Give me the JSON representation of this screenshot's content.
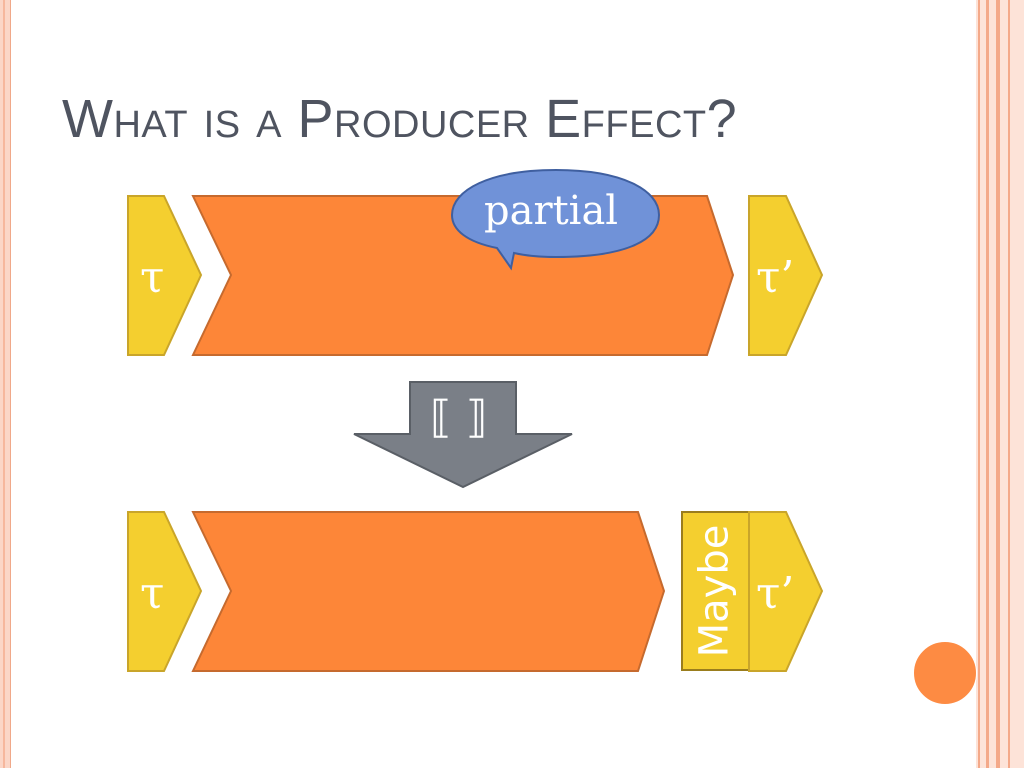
{
  "title": {
    "first_letter_w": "W",
    "rest_what": "hat",
    "is": "is",
    "a": "a",
    "first_letter_p": "P",
    "rest_producer": "roducer",
    "first_letter_e": "E",
    "rest_effect": "ffect?"
  },
  "diagram": {
    "top_row": {
      "input_type": "τ",
      "output_type": "τ’",
      "bubble_label": "partial"
    },
    "transform_label": "⟦ ⟧",
    "bottom_row": {
      "input_type": "τ",
      "wrapper_label": "Maybe",
      "output_type": "τ’"
    }
  },
  "colors": {
    "effect_fill": "#fd8638",
    "type_fill": "#f4cf2f",
    "bubble_fill": "#7092d8",
    "arrow_fill": "#7a7f87",
    "title_color": "#4f5460"
  }
}
